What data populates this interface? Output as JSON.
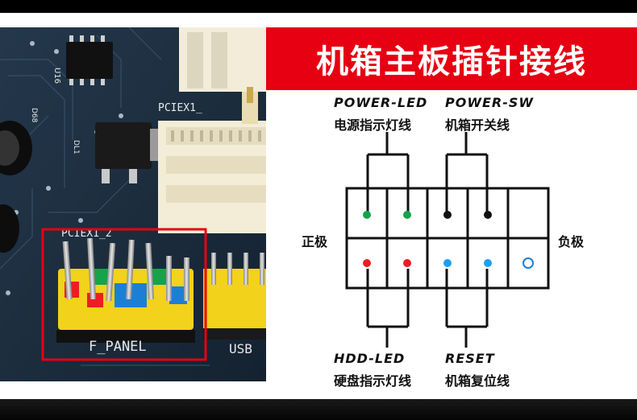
{
  "title": "机箱主板插针接线",
  "photo": {
    "labels": {
      "pciex_top": "PCIEX1_",
      "pciex_mid": "PCIEX1_2",
      "f_panel": "F_PANEL",
      "usb": "USB",
      "u16": "U16",
      "d68": "D68",
      "dl1": "DL1"
    }
  },
  "diagram": {
    "power_led": {
      "en": "POWER-LED",
      "cn": "电源指示灯线"
    },
    "power_sw": {
      "en": "POWER-SW",
      "cn": "机箱开关线"
    },
    "hdd_led": {
      "en": "HDD-LED",
      "cn": "硬盘指示灯线"
    },
    "reset": {
      "en": "RESET",
      "cn": "机箱复位线"
    },
    "positive": "正极",
    "negative": "负极",
    "pins_top": [
      "#16a34a",
      "#16a34a",
      "#111111",
      "#111111",
      "none"
    ],
    "pins_bottom": [
      "#ee1c25",
      "#ee1c25",
      "#1ca0f0",
      "#1ca0f0",
      "empty"
    ]
  },
  "colors": {
    "banner": "#e60012",
    "highlight_box": "#e60012",
    "header_yellow": "#f2d21b",
    "board": "#1b2a3a"
  }
}
